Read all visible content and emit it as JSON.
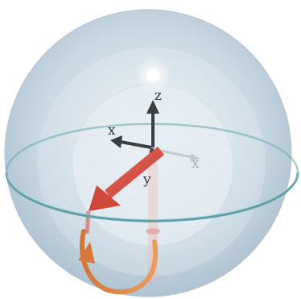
{
  "axes": {
    "z_label": "z",
    "x_label": "x",
    "y_label": "y",
    "x_ghost_label": "x"
  },
  "colors": {
    "sphere_fill": "#b9ccd8",
    "sphere_edge": "#a8bccb",
    "equator": "#5e9fa6",
    "axis": "#3a3f44",
    "spin_vector": "#d9534a",
    "precession_path": "#e0874a",
    "background": "#ffffff"
  },
  "icons": {
    "spin_arrow": "vector-arrow",
    "precession": "curved-arrow"
  }
}
